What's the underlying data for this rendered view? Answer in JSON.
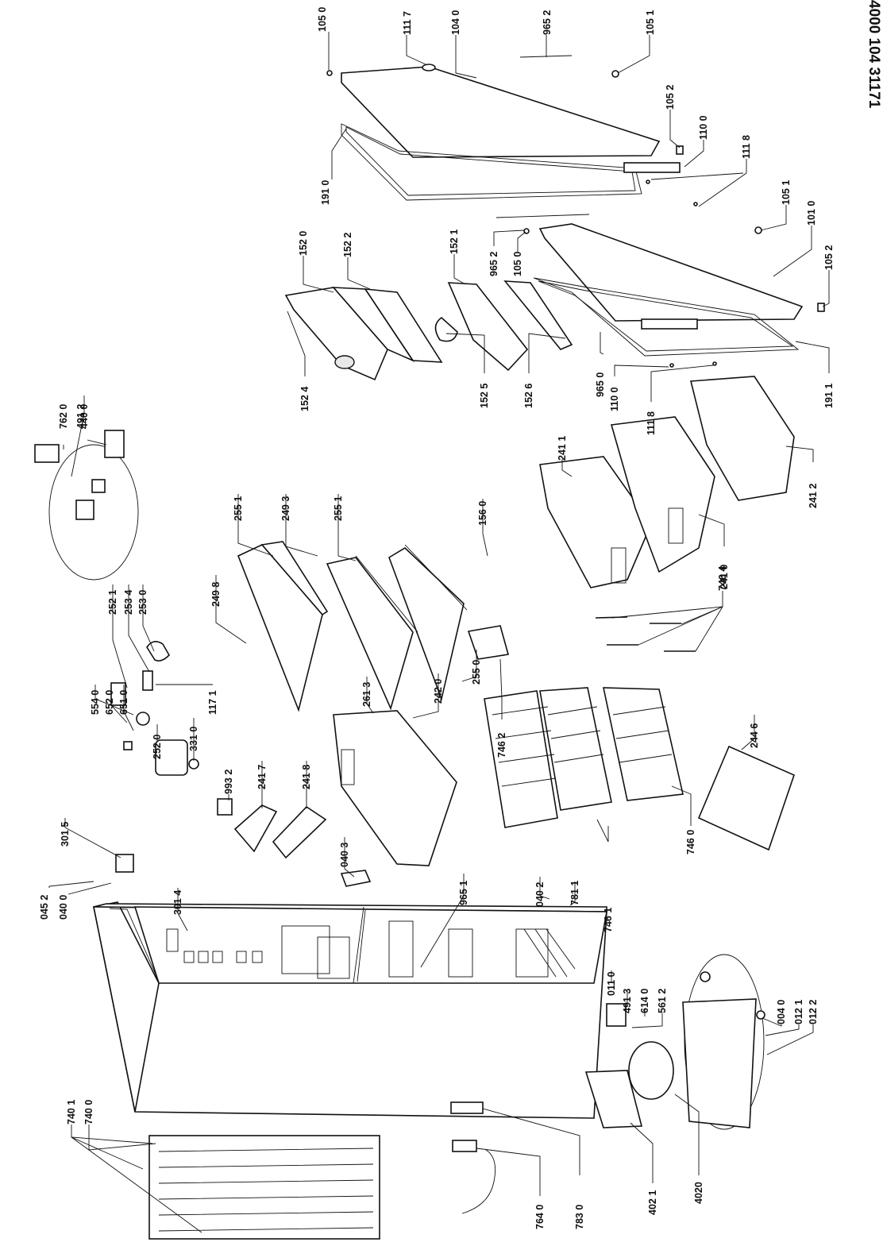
{
  "document_number": "4000 104 31171",
  "callouts": [
    {
      "id": "c-1050a",
      "text": "105 0"
    },
    {
      "id": "c-1117",
      "text": "111 7"
    },
    {
      "id": "c-1040",
      "text": "104 0"
    },
    {
      "id": "c-9652a",
      "text": "965 2"
    },
    {
      "id": "c-1051a",
      "text": "105 1"
    },
    {
      "id": "c-1052a",
      "text": "105 2"
    },
    {
      "id": "c-1100a",
      "text": "110 0"
    },
    {
      "id": "c-1118a",
      "text": "111 8"
    },
    {
      "id": "c-1910",
      "text": "191 0"
    },
    {
      "id": "c-1051b",
      "text": "105 1"
    },
    {
      "id": "c-1010",
      "text": "101 0"
    },
    {
      "id": "c-9652b",
      "text": "965 2"
    },
    {
      "id": "c-1050b",
      "text": "105 0"
    },
    {
      "id": "c-1052b",
      "text": "105 2"
    },
    {
      "id": "c-1520",
      "text": "152 0"
    },
    {
      "id": "c-1522",
      "text": "152 2"
    },
    {
      "id": "c-1521",
      "text": "152 1"
    },
    {
      "id": "c-1524",
      "text": "152 4"
    },
    {
      "id": "c-1525",
      "text": "152 5"
    },
    {
      "id": "c-1526",
      "text": "152 6"
    },
    {
      "id": "c-9650",
      "text": "965 0"
    },
    {
      "id": "c-1100b",
      "text": "110 0"
    },
    {
      "id": "c-1118b",
      "text": "111 8"
    },
    {
      "id": "c-1911",
      "text": "191 1"
    },
    {
      "id": "c-4400",
      "text": "440 0"
    },
    {
      "id": "c-7620",
      "text": "762 0"
    },
    {
      "id": "c-4912",
      "text": "491 2"
    },
    {
      "id": "c-2551a",
      "text": "255 1"
    },
    {
      "id": "c-2493",
      "text": "249 3"
    },
    {
      "id": "c-2551b",
      "text": "255 1"
    },
    {
      "id": "c-2498",
      "text": "249 8"
    },
    {
      "id": "c-1560",
      "text": "156 0"
    },
    {
      "id": "c-2411",
      "text": "241 1"
    },
    {
      "id": "c-2412",
      "text": "241 2"
    },
    {
      "id": "c-2410",
      "text": "241 0"
    },
    {
      "id": "c-7464",
      "text": "746 4"
    },
    {
      "id": "c-2521",
      "text": "252 1"
    },
    {
      "id": "c-2534",
      "text": "253 4"
    },
    {
      "id": "c-2530",
      "text": "253 0"
    },
    {
      "id": "c-2550",
      "text": "255 0"
    },
    {
      "id": "c-2420",
      "text": "242 0"
    },
    {
      "id": "c-2613",
      "text": "261 3"
    },
    {
      "id": "c-7462",
      "text": "746 2"
    },
    {
      "id": "c-2446",
      "text": "244 6"
    },
    {
      "id": "c-5540",
      "text": "554 0"
    },
    {
      "id": "c-6520",
      "text": "652 0"
    },
    {
      "id": "c-6510",
      "text": "651 0"
    },
    {
      "id": "c-2520",
      "text": "252 0"
    },
    {
      "id": "c-3310",
      "text": "331 0"
    },
    {
      "id": "c-1171",
      "text": "117 1"
    },
    {
      "id": "c-9932",
      "text": "993 2"
    },
    {
      "id": "c-2417",
      "text": "241 7"
    },
    {
      "id": "c-2418",
      "text": "241 8"
    },
    {
      "id": "c-3015",
      "text": "301 5"
    },
    {
      "id": "c-0403",
      "text": "040 3"
    },
    {
      "id": "c-9651",
      "text": "965 1"
    },
    {
      "id": "c-0402",
      "text": "040 2"
    },
    {
      "id": "c-7811",
      "text": "781 1"
    },
    {
      "id": "c-7461",
      "text": "746 1"
    },
    {
      "id": "c-7460",
      "text": "746 0"
    },
    {
      "id": "c-0452",
      "text": "045 2"
    },
    {
      "id": "c-0400",
      "text": "040 0"
    },
    {
      "id": "c-3014",
      "text": "301 4"
    },
    {
      "id": "c-0110",
      "text": "011 0"
    },
    {
      "id": "c-4913",
      "text": "491 3"
    },
    {
      "id": "c-6140",
      "text": "614 0"
    },
    {
      "id": "c-5612",
      "text": "561 2"
    },
    {
      "id": "c-0040",
      "text": "004 0"
    },
    {
      "id": "c-0121",
      "text": "012 1"
    },
    {
      "id": "c-0122",
      "text": "012 2"
    },
    {
      "id": "c-7401",
      "text": "740 1"
    },
    {
      "id": "c-7400",
      "text": "740 0"
    },
    {
      "id": "c-7640",
      "text": "764 0"
    },
    {
      "id": "c-7830",
      "text": "783 0"
    },
    {
      "id": "c-4021",
      "text": "402 1"
    },
    {
      "id": "c-4020",
      "text": "4020"
    }
  ]
}
